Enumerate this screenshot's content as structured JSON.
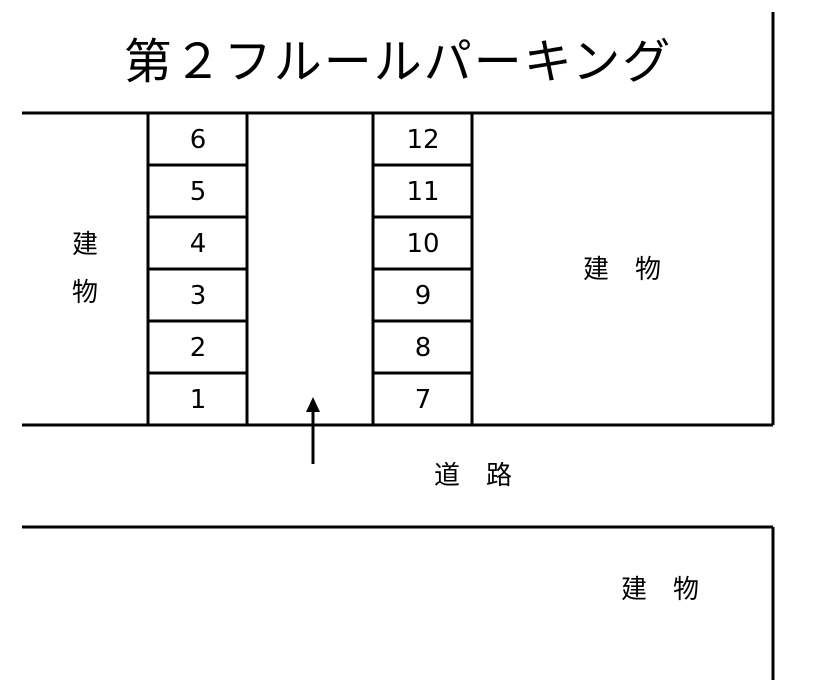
{
  "title": "第２フルールパーキング",
  "road_label": "道　路",
  "buildings": {
    "left": "建物",
    "left_char_1": "建",
    "left_char_2": "物",
    "right_upper": "建　物",
    "bottom": "建　物"
  },
  "left_column_spaces": [
    "6",
    "5",
    "4",
    "3",
    "2",
    "1"
  ],
  "right_column_spaces": [
    "12",
    "11",
    "10",
    "9",
    "8",
    "7"
  ],
  "entrance_arrow": "up-arrow-icon"
}
